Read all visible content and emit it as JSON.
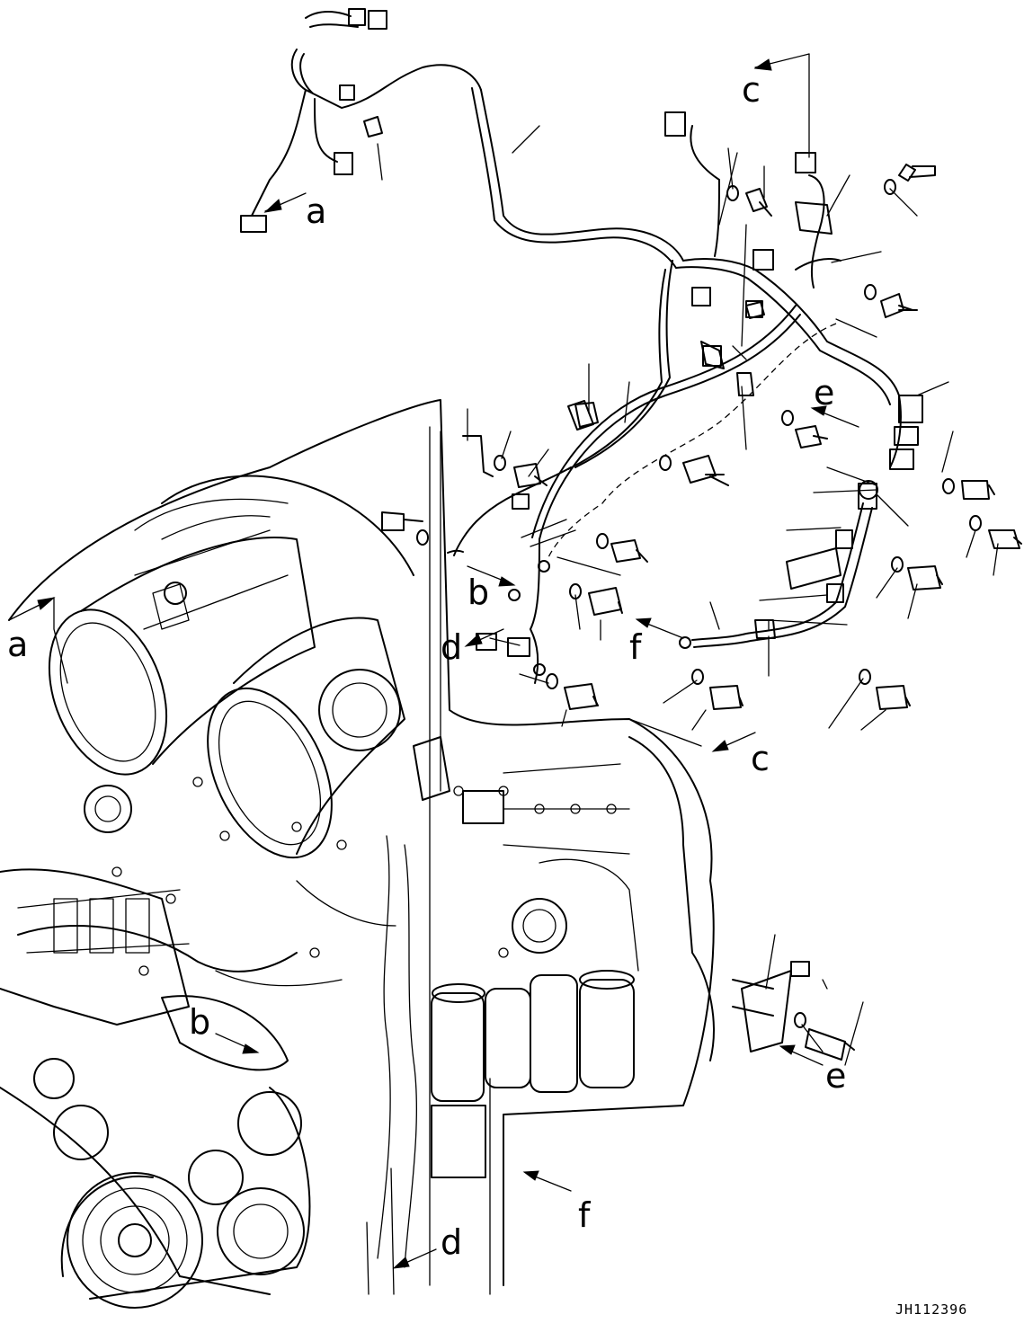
{
  "drawing": {
    "drawing_number": "JH112396",
    "view_labels": [
      "a",
      "a",
      "b",
      "b",
      "c",
      "c",
      "d",
      "d",
      "e",
      "e",
      "f",
      "f"
    ]
  }
}
